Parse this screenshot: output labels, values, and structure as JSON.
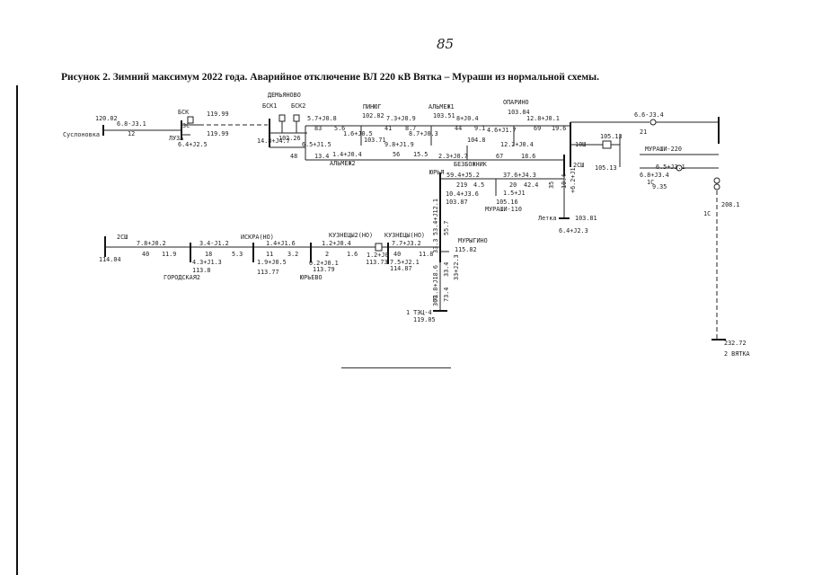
{
  "page_number": "85",
  "caption": "Рисунок 2. Зимний максимум 2022 года. Аварийное отключение ВЛ 220 кВ Вятка – Мураши из нормальной схемы.",
  "labels": {
    "l01": "120.02",
    "l02": "6.8-J3.1",
    "l03": "12",
    "l04": "Суслоновка",
    "l05": "БСК",
    "l06": "119.99",
    "l07": "3С",
    "l08": "ЛУЗА",
    "l09": "119.99",
    "l10": "6.4+J2.5",
    "l11": "ДЕМЬЯНОВО",
    "l12": "БСК1",
    "l13": "БСК2",
    "l14": "5.7+J0.8",
    "l15": "14.8+J4.7",
    "l16": "102.26",
    "l17": "83",
    "l18": "5.6",
    "l19": "6.5+J1.5",
    "l20": "48",
    "l21": "13.4",
    "l22": "ПИНЮГ",
    "l23": "102.82",
    "l24": "7.3+J0.9",
    "l25": "41",
    "l26": "8.7",
    "l27": "1.6+J0.5",
    "l28": "103.71",
    "l29": "8.7+J0.3",
    "l30": "9.8+J1.9",
    "l31": "1.4+J0.4",
    "l32": "АЛЬМЕЖ2",
    "l33": "56",
    "l34": "15.5",
    "l35": "АЛЬМЕЖ1",
    "l36": "103.51",
    "l37": "8+J0.4",
    "l38": "44",
    "l39": "9.1",
    "l40": "ОПАРИНО",
    "l41": "103.84",
    "l42": "12.8+J0.1",
    "l43": "4.6+J1.7",
    "l44": "69",
    "l45": "19.6",
    "l46": "104.8",
    "l47": "12.2+J0.4",
    "l48": "2.3+J0.7",
    "l49": "67",
    "l50": "18.6",
    "l51": "БЕЗБОЖНИК",
    "l52": "10Ш",
    "l53": "105.13",
    "l54": "105.13",
    "l55": "2СШ",
    "l56": "6.6-J3.4",
    "l57": "21",
    "l58": "МУРАШИ-220",
    "l59": "6.5+J3.1",
    "l60": "6.8+J3.4",
    "l61": "1С",
    "l62": "9.35",
    "l63": "+6.2+J1",
    "l64": "35",
    "l65": "10.4",
    "l66": "Летка",
    "l67": "103.81",
    "l68": "6.4+J2.3",
    "l69": "208.1",
    "l70": "1С",
    "l71": "232.72",
    "l72": "2 ВЯТКА",
    "l73": "ЮРЬЯ",
    "l74": "59.4+J5.2",
    "l75": "37.6+J4.3",
    "l76": "219",
    "l77": "4.5",
    "l78": "20",
    "l79": "42.4",
    "l80": "10.4+J3.6",
    "l81": "103.87",
    "l82": "1.5+J1",
    "l83": "105.16",
    "l84": "МУРАШИ-110",
    "l85": "53.4+J12.1",
    "l86": "55.7",
    "l87": "2СШ",
    "l88": "7.8+J0.2",
    "l89": "114.04",
    "l90": "40",
    "l91": "11.9",
    "l92": "3.4-J1.2",
    "l93": "18",
    "l94": "5.3",
    "l95": "4.3+J1.3",
    "l96": "113.8",
    "l97": "ГОРОДСКАЯ2",
    "l98": "ИСКРА(НО)",
    "l99": "1.4+J1.6",
    "l100": "11",
    "l101": "3.2",
    "l102": "1.9+J0.5",
    "l103": "113.77",
    "l104": "КУЗНЕЦЫ2(НО)",
    "l105": "1.2+J0.4",
    "l106": "2",
    "l107": "1.6",
    "l108": "0.2+J0.1",
    "l109": "113.79",
    "l110": "ЮРЬЕВО",
    "l111": "КУЗНЕЦЫ(НО)",
    "l112": "7.7+J3.2",
    "l113": "1.2+J0",
    "l114": "40",
    "l115": "11.8",
    "l116": "113.73",
    "l117": "7.5+J2.1",
    "l118": "114.87",
    "l119": "МУРЫГИНО",
    "l120": "115.82",
    "l121": "33.3",
    "l122": "33.4",
    "l123": "33+J2.3",
    "l124": "71.8+J18.6",
    "l125": "73.4",
    "l126": "360",
    "l127": "1 ТЭЦ-4",
    "l128": "119.05"
  }
}
